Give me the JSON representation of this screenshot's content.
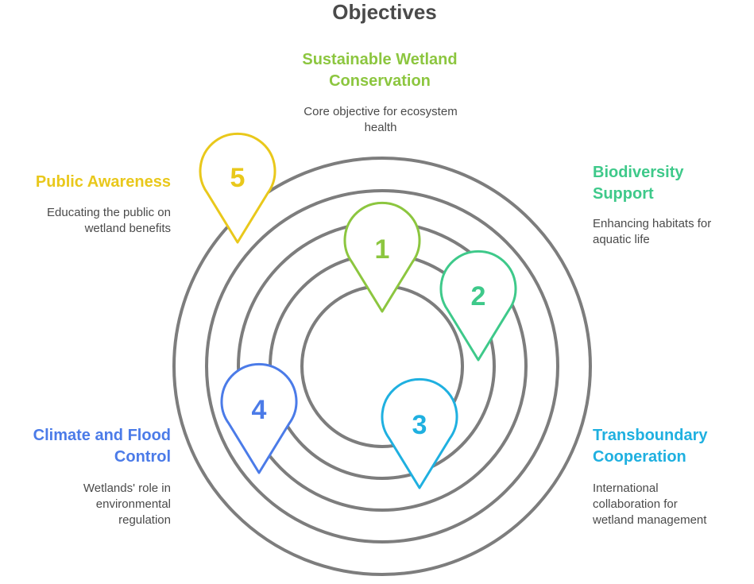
{
  "title": "Objectives",
  "colors": {
    "ring": "#8a8a8a",
    "obj1": "#8cc63f",
    "obj2": "#3ec98a",
    "obj3": "#1fb0e0",
    "obj4": "#4b7be8",
    "obj5": "#e9c81b",
    "text": "#4a4a4a"
  },
  "objectives": [
    {
      "number": "1",
      "title_line1": "Sustainable Wetland",
      "title_line2": "Conservation",
      "desc_line1": "Core objective for ecosystem",
      "desc_line2": "health",
      "desc_line3": ""
    },
    {
      "number": "2",
      "title_line1": "Biodiversity",
      "title_line2": "Support",
      "desc_line1": "Enhancing habitats for",
      "desc_line2": "aquatic life",
      "desc_line3": ""
    },
    {
      "number": "3",
      "title_line1": "Transboundary",
      "title_line2": "Cooperation",
      "desc_line1": "International",
      "desc_line2": "collaboration for",
      "desc_line3": "wetland management"
    },
    {
      "number": "4",
      "title_line1": "Climate and Flood",
      "title_line2": "Control",
      "desc_line1": "Wetlands' role in",
      "desc_line2": "environmental",
      "desc_line3": "regulation"
    },
    {
      "number": "5",
      "title_line1": "Public Awareness",
      "title_line2": "",
      "desc_line1": "Educating the public on",
      "desc_line2": "wetland benefits",
      "desc_line3": ""
    }
  ]
}
